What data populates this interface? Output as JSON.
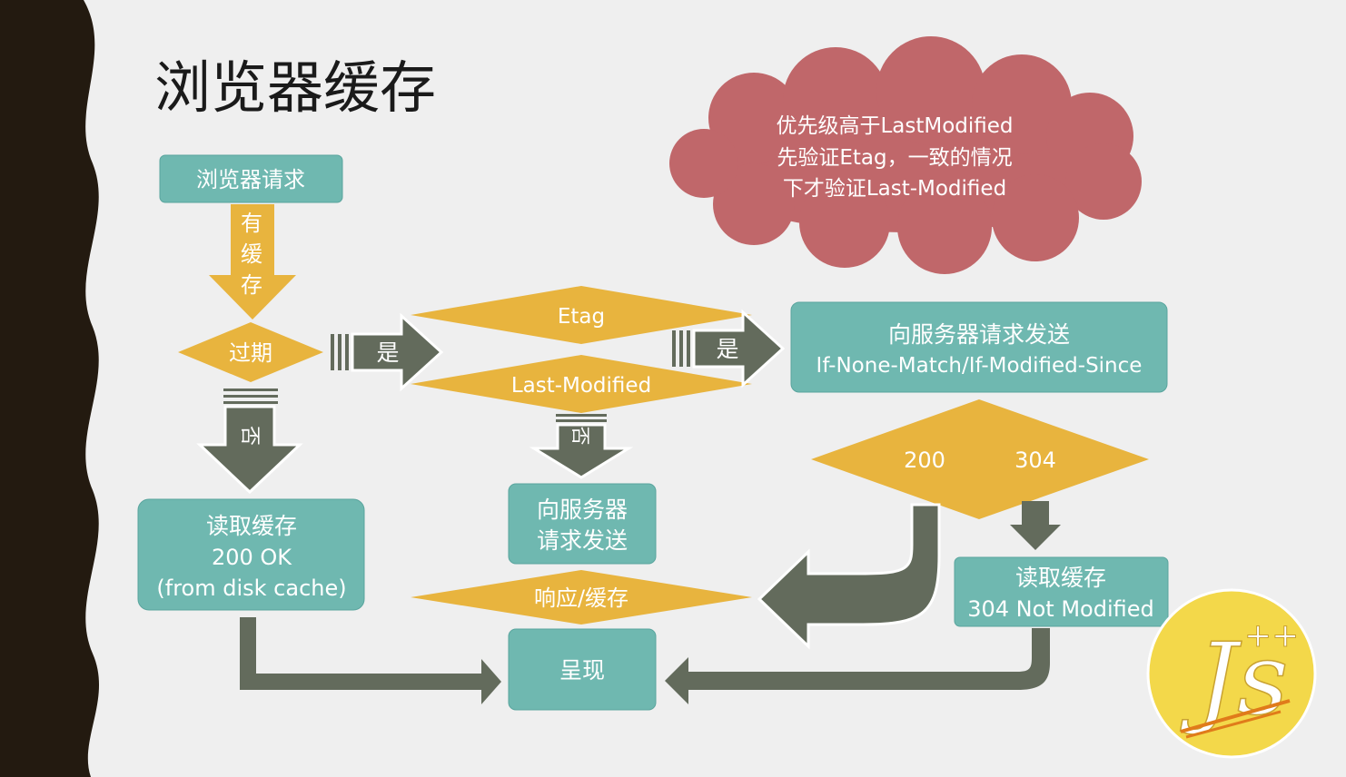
{
  "slide": {
    "title": "浏览器缓存",
    "cloud_lines": [
      "优先级高于LastModified",
      "先验证Etag，一致的情况",
      "下才验证Last-Modified"
    ]
  },
  "nodes": {
    "browser_request": "浏览器请求",
    "has_cache": [
      "有",
      "缓",
      "存"
    ],
    "expired": "过期",
    "yes_1": "是",
    "no_1": "否",
    "etag": "Etag",
    "last_modified": "Last-Modified",
    "yes_2": "是",
    "no_2": "否",
    "server_request_headers": [
      "向服务器请求发送",
      "If-None-Match/If-Modified-Since"
    ],
    "status_200": "200",
    "status_304": "304",
    "read_cache_disk": [
      "读取缓存",
      "200 OK",
      "(from disk cache)"
    ],
    "server_request": [
      "向服务器",
      "请求发送"
    ],
    "response_cache": "响应/缓存",
    "render": "呈现",
    "read_cache_304": [
      "读取缓存",
      "304 Not Modified"
    ]
  },
  "logo": {
    "text": "Js",
    "superscript": "++"
  },
  "colors": {
    "background": "#efefef",
    "teal": "#6fb8b0",
    "gold": "#e8b43e",
    "arrow": "#636b5c",
    "cloud": "#c0676a",
    "wave": "#231a10"
  }
}
